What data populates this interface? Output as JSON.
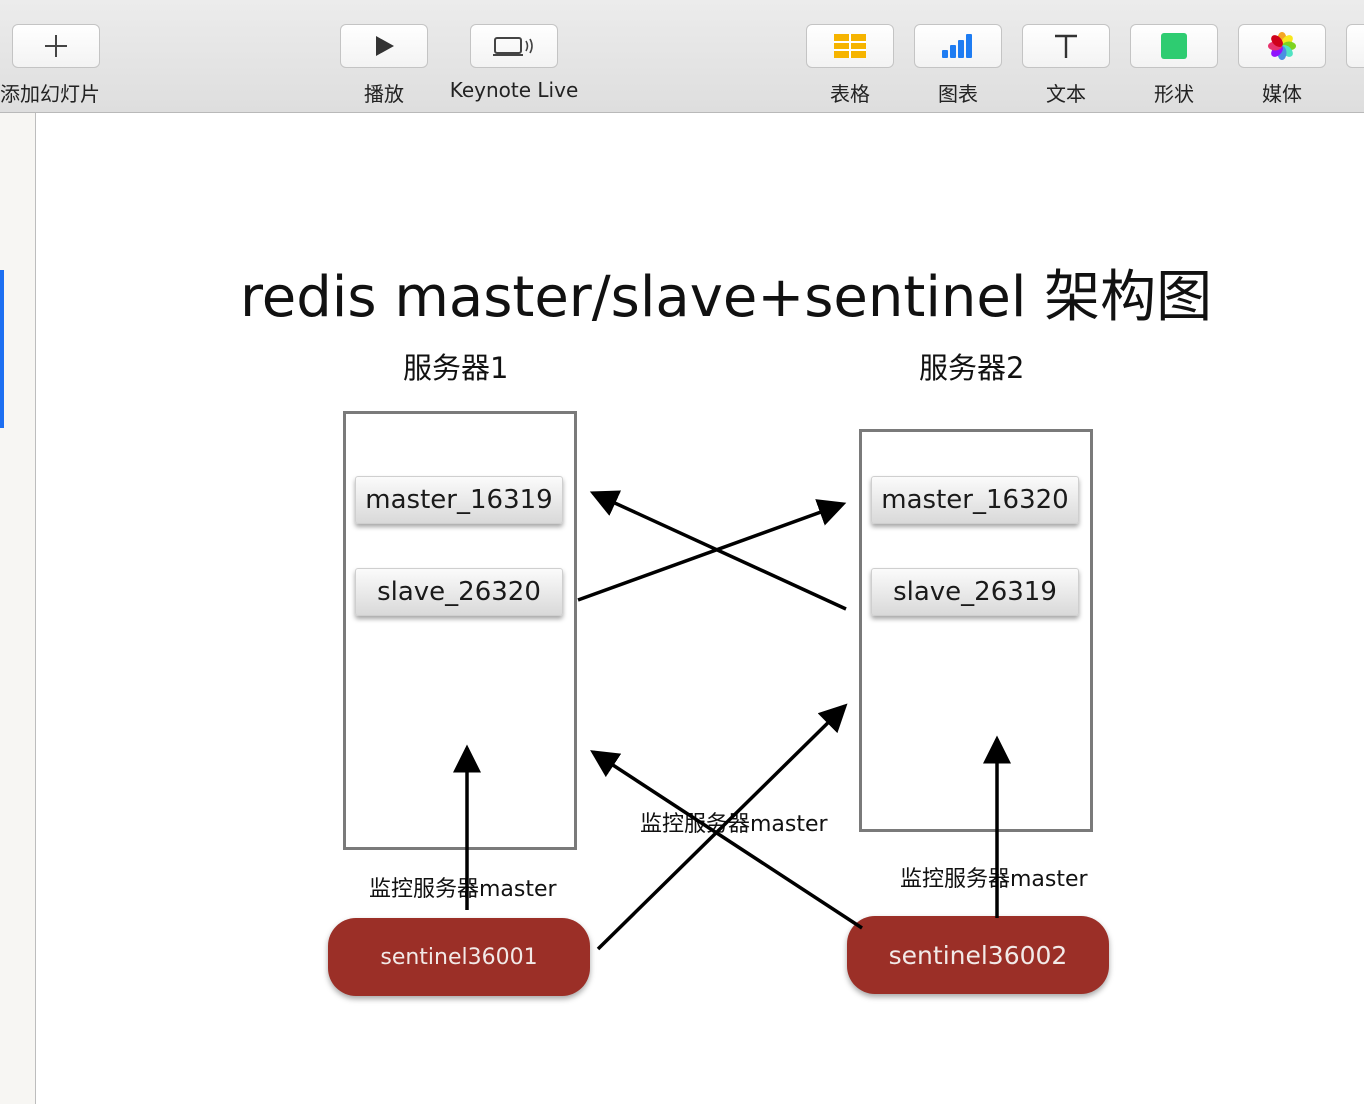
{
  "toolbar": {
    "add_slide": "添加幻灯片",
    "play": "播放",
    "keynote_live": "Keynote Live",
    "table": "表格",
    "chart": "图表",
    "text": "文本",
    "shape": "形状",
    "media": "媒体"
  },
  "slide": {
    "title": "redis master/slave+sentinel 架构图",
    "server1": {
      "label": "服务器1",
      "master": "master_16319",
      "slave": "slave_26320"
    },
    "server2": {
      "label": "服务器2",
      "master": "master_16320",
      "slave": "slave_26319"
    },
    "sentinel1": "sentinel36001",
    "sentinel2": "sentinel36002",
    "monitor_left": "监控服务器master",
    "monitor_center": "监控服务器master",
    "monitor_right": "监控服务器master"
  },
  "colors": {
    "sentinel_fill": "#9b2f27",
    "accent_blue": "#1d6ff2",
    "box_border": "#7a7a7a"
  }
}
